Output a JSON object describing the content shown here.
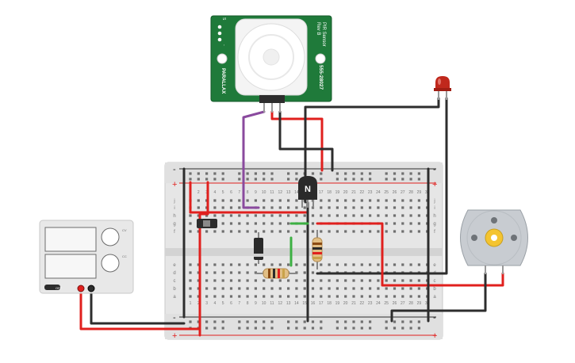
{
  "pir_sensor": {
    "title_line1": "PIR Sensor",
    "title_line2": "Rev B",
    "part_number": "555-28027",
    "brand": "PARALLAX",
    "pin_labels": [
      "S",
      "+",
      "-"
    ]
  },
  "breadboard": {
    "row_letters_top": [
      "j",
      "i",
      "h",
      "g",
      "f"
    ],
    "row_letters_bottom": [
      "e",
      "d",
      "c",
      "b",
      "a"
    ],
    "column_numbers": [
      "1",
      "2",
      "3",
      "4",
      "5",
      "6",
      "7",
      "8",
      "9",
      "10",
      "11",
      "12",
      "13",
      "14",
      "15",
      "16",
      "17",
      "18",
      "19",
      "20",
      "21",
      "22",
      "23",
      "24",
      "25",
      "26",
      "27",
      "28",
      "29",
      "30"
    ],
    "rail_plus": "+",
    "rail_minus": "-"
  },
  "transistor": {
    "label": "N"
  },
  "power_supply": {
    "off_label": "OFF",
    "knob_labels": [
      "CV",
      "CC"
    ],
    "minus_label": "-",
    "plus_label": "+"
  },
  "colors": {
    "wire_red": "#e0201e",
    "wire_black": "#2d2d2d",
    "wire_purple": "#8a4a9e",
    "wire_green": "#3cb043",
    "pir_board": "#1f7a3a",
    "breadboard": "#e4e4e4",
    "motor_body": "#c8ccd1",
    "led": "#c0281c"
  }
}
